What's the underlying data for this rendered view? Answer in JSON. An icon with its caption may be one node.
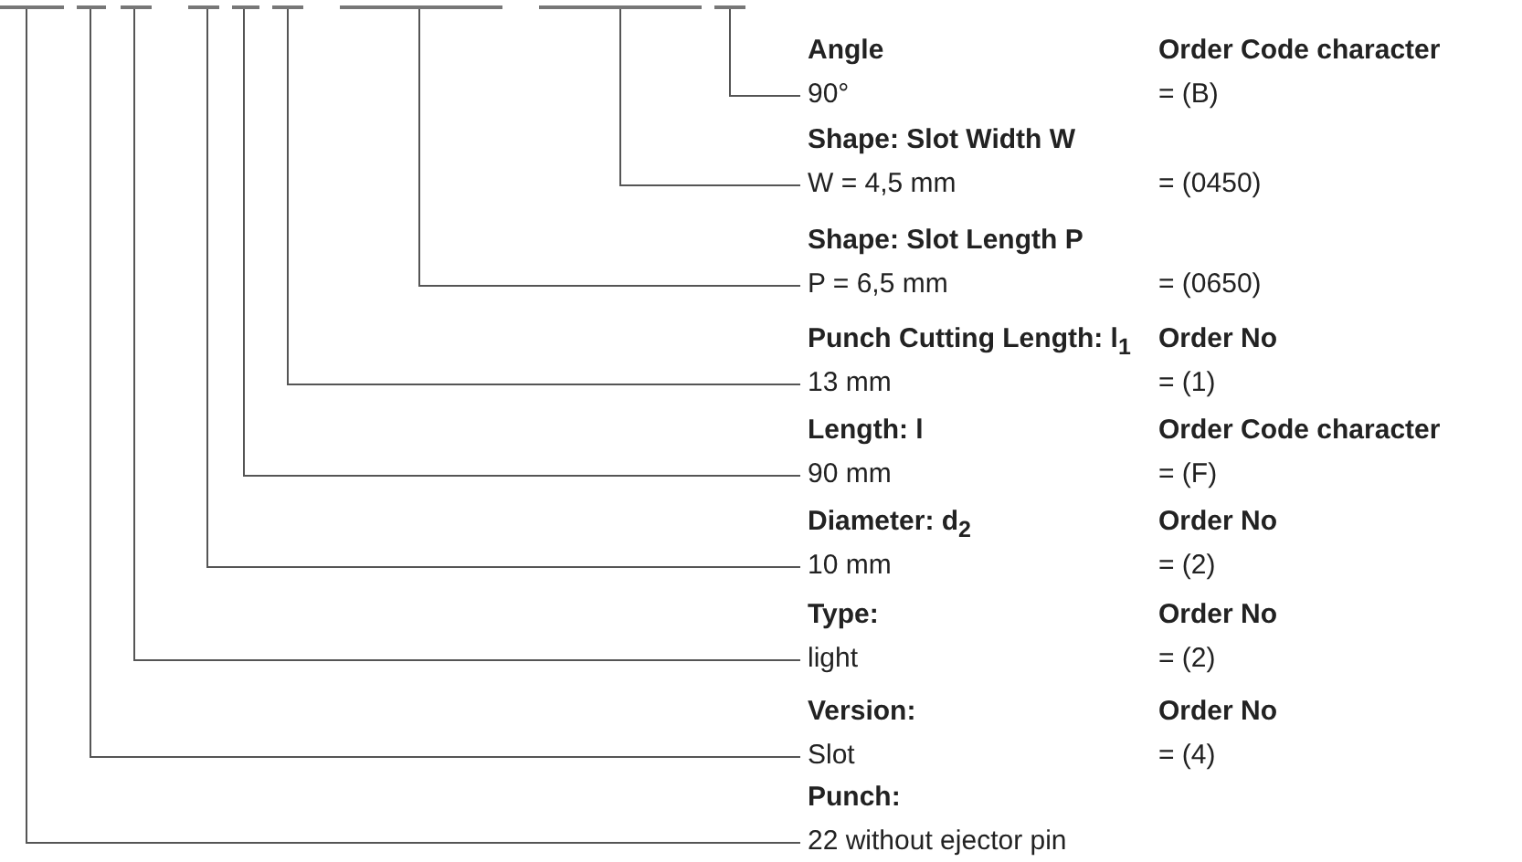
{
  "diagram": {
    "nodes": [
      {
        "text": [],
        "shape": "bar"
      },
      {
        "text": [],
        "shape": "bar"
      },
      {
        "text": [],
        "shape": "bar"
      },
      {
        "text": [],
        "shape": "bar"
      },
      {
        "text": [],
        "shape": "bar"
      },
      {
        "text": [],
        "shape": "bar"
      },
      {
        "text": [],
        "shape": "bar"
      },
      {
        "text": [],
        "shape": "bar"
      },
      {
        "text": [],
        "shape": "bar"
      },
      {
        "text": [
          "Angle",
          "90°"
        ],
        "beside": [
          "Order Code character",
          "= (B)"
        ]
      },
      {
        "text": [
          "Shape: Slot Width W",
          "W = 4,5 mm"
        ],
        "beside": [
          "= (0450)"
        ]
      },
      {
        "text": [
          "Shape: Slot Length P",
          "P = 6,5 mm"
        ],
        "beside": [
          "= (0650)"
        ]
      },
      {
        "text": [
          "Punch Cutting Length: l$_{1}$",
          "13 mm"
        ],
        "beside": [
          "Order No",
          "= (1)"
        ]
      },
      {
        "text": [
          "Length: l",
          "90 mm"
        ],
        "beside": [
          "Order Code character",
          "= (F)"
        ]
      },
      {
        "text": [
          "Diameter: d$_{2}$",
          "10 mm"
        ],
        "beside": [
          "Order No",
          "= (2)"
        ]
      },
      {
        "text": [
          "Type:",
          "light"
        ],
        "beside": [
          "Order No",
          "= (2)"
        ]
      },
      {
        "text": [
          "Version:",
          "Slot"
        ],
        "beside": [
          "Order No",
          "= (4)"
        ]
      },
      {
        "text": [
          "Punch:",
          "22 without ejector pin"
        ]
      }
    ],
    "edges": [
      {
        "from": 8,
        "to": 9,
        "arrow": "none"
      },
      {
        "from": 7,
        "to": 10,
        "arrow": "none"
      },
      {
        "from": 6,
        "to": 11,
        "arrow": "none"
      },
      {
        "from": 5,
        "to": 12,
        "arrow": "none"
      },
      {
        "from": 4,
        "to": 13,
        "arrow": "none"
      },
      {
        "from": 3,
        "to": 14,
        "arrow": "none"
      },
      {
        "from": 2,
        "to": 15,
        "arrow": "none"
      },
      {
        "from": 1,
        "to": 16,
        "arrow": "none"
      },
      {
        "from": 0,
        "to": 17,
        "arrow": "none"
      }
    ]
  }
}
